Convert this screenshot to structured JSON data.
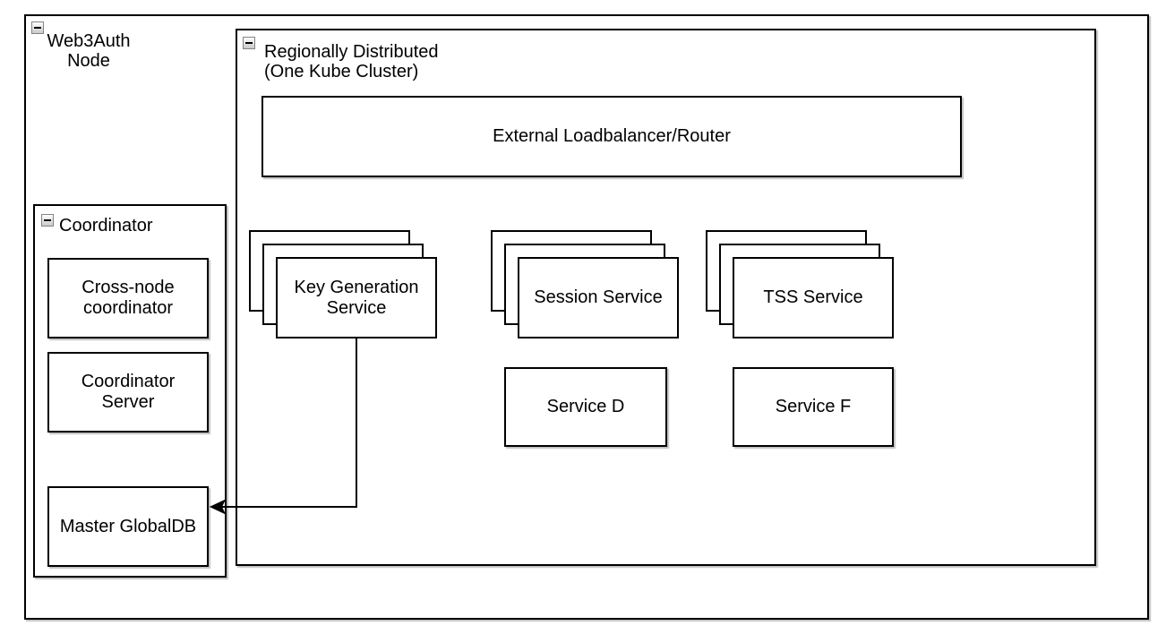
{
  "diagram_type": "architecture-diagram",
  "containers": {
    "web3auth": {
      "title": [
        "Web3Auth",
        "Node"
      ],
      "collapse_icon": "minus-icon"
    },
    "regional": {
      "title": [
        "Regionally Distributed",
        "(One Kube Cluster)"
      ],
      "collapse_icon": "minus-icon"
    },
    "coordinator": {
      "title": "Coordinator",
      "collapse_icon": "minus-icon"
    }
  },
  "boxes": {
    "external_lb": {
      "label": "External Loadbalancer/Router"
    },
    "cross_node": {
      "label": "Cross-node coordinator"
    },
    "coordinator_server": {
      "label": "Coordinator Server"
    },
    "master_globaldb": {
      "label": "Master GlobalDB"
    },
    "service_d": {
      "label": "Service D"
    },
    "service_f": {
      "label": "Service F"
    }
  },
  "stacks": {
    "key_generation": {
      "label": "Key Generation Service",
      "instances": 3
    },
    "session": {
      "label": "Session Service",
      "instances": 3
    },
    "tss": {
      "label": "TSS Service",
      "instances": 3
    }
  },
  "connections": [
    {
      "from": "key_generation_service",
      "to": "master_globaldb",
      "style": "solid-arrow"
    }
  ],
  "colors": {
    "background": "#ffffff",
    "stroke": "#000000",
    "text": "#000000",
    "shadow": "#cccccc"
  }
}
